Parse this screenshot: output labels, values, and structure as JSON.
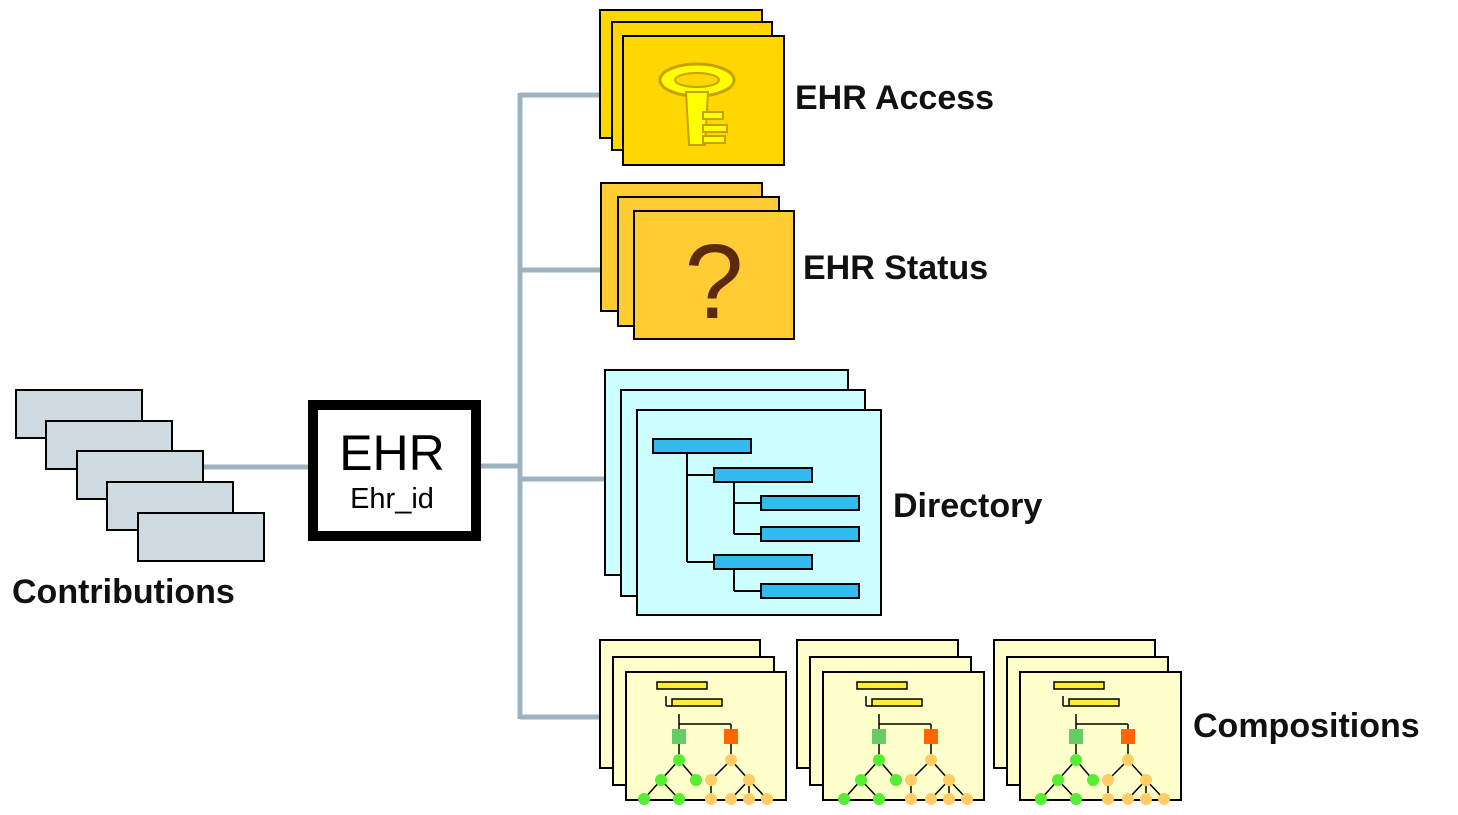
{
  "ehr": {
    "title": "EHR",
    "subtitle": "Ehr_id"
  },
  "labels": {
    "contributions": "Contributions",
    "access": "EHR Access",
    "status": "EHR Status",
    "directory": "Directory",
    "compositions": "Compositions"
  },
  "icons": {
    "access": "key-icon",
    "status": "question-mark-icon",
    "directory": "folder-tree-icon",
    "compositions": "composition-tree-icon"
  },
  "colors": {
    "connector": "#9db4be",
    "contribution_fill": "#ced9e0",
    "access_fill": "#ffd700",
    "status_fill": "#ffcc33",
    "directory_fill": "#ccffff",
    "directory_bar": "#33bbee",
    "composition_fill": "#ffffcc",
    "composition_bar": "#ffee33",
    "green_node": "#55ee33",
    "orange_node": "#ffcc66",
    "green_square": "#66cc66",
    "orange_square": "#ff6600",
    "question_mark": "#5a2a0a"
  }
}
